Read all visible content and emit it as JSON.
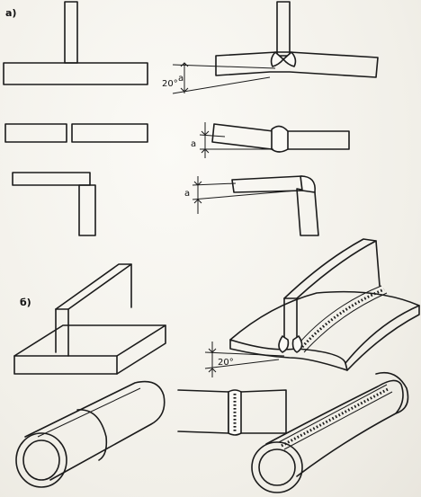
{
  "labels": {
    "part_a": "а)",
    "part_b": "б)",
    "angle_top": "20°",
    "angle_bottom": "20°",
    "dim_a1": "а",
    "dim_a2": "а",
    "dim_a3": "а"
  },
  "colors": {
    "ink": "#1b1b1b",
    "paper": "#f4f2ec"
  }
}
